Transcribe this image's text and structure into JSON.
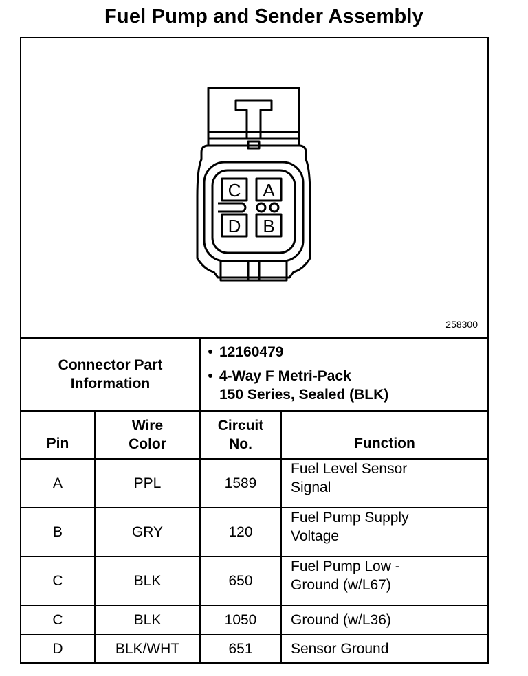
{
  "title": "Fuel Pump and Sender Assembly",
  "figure_number": "258300",
  "connector": {
    "pins": [
      "C",
      "A",
      "D",
      "B"
    ]
  },
  "connector_info": {
    "label_line1": "Connector Part",
    "label_line2": "Information",
    "bullets": [
      {
        "lines": [
          "12160479"
        ]
      },
      {
        "lines": [
          "4-Way F Metri-Pack",
          "150 Series, Sealed (BLK)"
        ]
      }
    ]
  },
  "table": {
    "headers": {
      "pin": "Pin",
      "wire_color_1": "Wire",
      "wire_color_2": "Color",
      "circuit_1": "Circuit",
      "circuit_2": "No.",
      "function": "Function"
    },
    "rows": [
      {
        "pin": "A",
        "color": "PPL",
        "circuit": "1589",
        "function": [
          "Fuel Level Sensor",
          "Signal"
        ]
      },
      {
        "pin": "B",
        "color": "GRY",
        "circuit": "120",
        "function": [
          "Fuel Pump Supply",
          "Voltage"
        ]
      },
      {
        "pin": "C",
        "color": "BLK",
        "circuit": "650",
        "function": [
          "Fuel Pump Low -",
          "Ground (w/L67)"
        ]
      },
      {
        "pin": "C",
        "color": "BLK",
        "circuit": "1050",
        "function": [
          "Ground (w/L36)"
        ]
      },
      {
        "pin": "D",
        "color": "BLK/WHT",
        "circuit": "651",
        "function": [
          "Sensor Ground"
        ]
      }
    ]
  }
}
